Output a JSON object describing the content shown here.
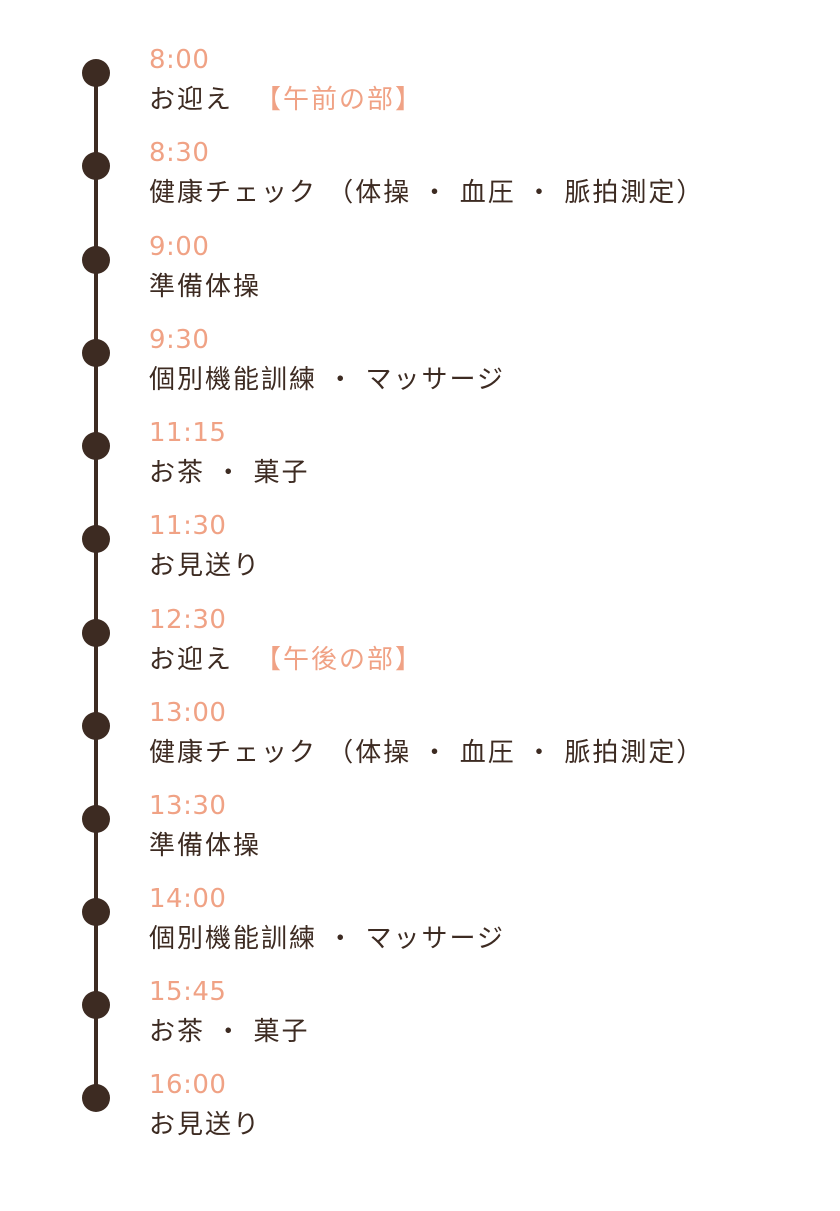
{
  "colors": {
    "line": "#3d2b22",
    "time": "#f0a285",
    "text": "#3d2b22",
    "session": "#f0a285"
  },
  "schedule": [
    {
      "time": "8:00",
      "activity": "お迎え",
      "session": "【午前の部】"
    },
    {
      "time": "8:30",
      "activity": "健康チェック （体操 ・ 血圧 ・ 脈拍測定）",
      "session": ""
    },
    {
      "time": "9:00",
      "activity": "準備体操",
      "session": ""
    },
    {
      "time": "9:30",
      "activity": "個別機能訓練 ・ マッサージ",
      "session": ""
    },
    {
      "time": "11:15",
      "activity": "お茶 ・ 菓子",
      "session": ""
    },
    {
      "time": "11:30",
      "activity": "お見送り",
      "session": ""
    },
    {
      "time": "12:30",
      "activity": "お迎え",
      "session": "【午後の部】"
    },
    {
      "time": "13:00",
      "activity": "健康チェック （体操 ・ 血圧 ・ 脈拍測定）",
      "session": ""
    },
    {
      "time": "13:30",
      "activity": "準備体操",
      "session": ""
    },
    {
      "time": "14:00",
      "activity": "個別機能訓練 ・ マッサージ",
      "session": ""
    },
    {
      "time": "15:45",
      "activity": "お茶 ・ 菓子",
      "session": ""
    },
    {
      "time": "16:00",
      "activity": "お見送り",
      "session": ""
    }
  ]
}
